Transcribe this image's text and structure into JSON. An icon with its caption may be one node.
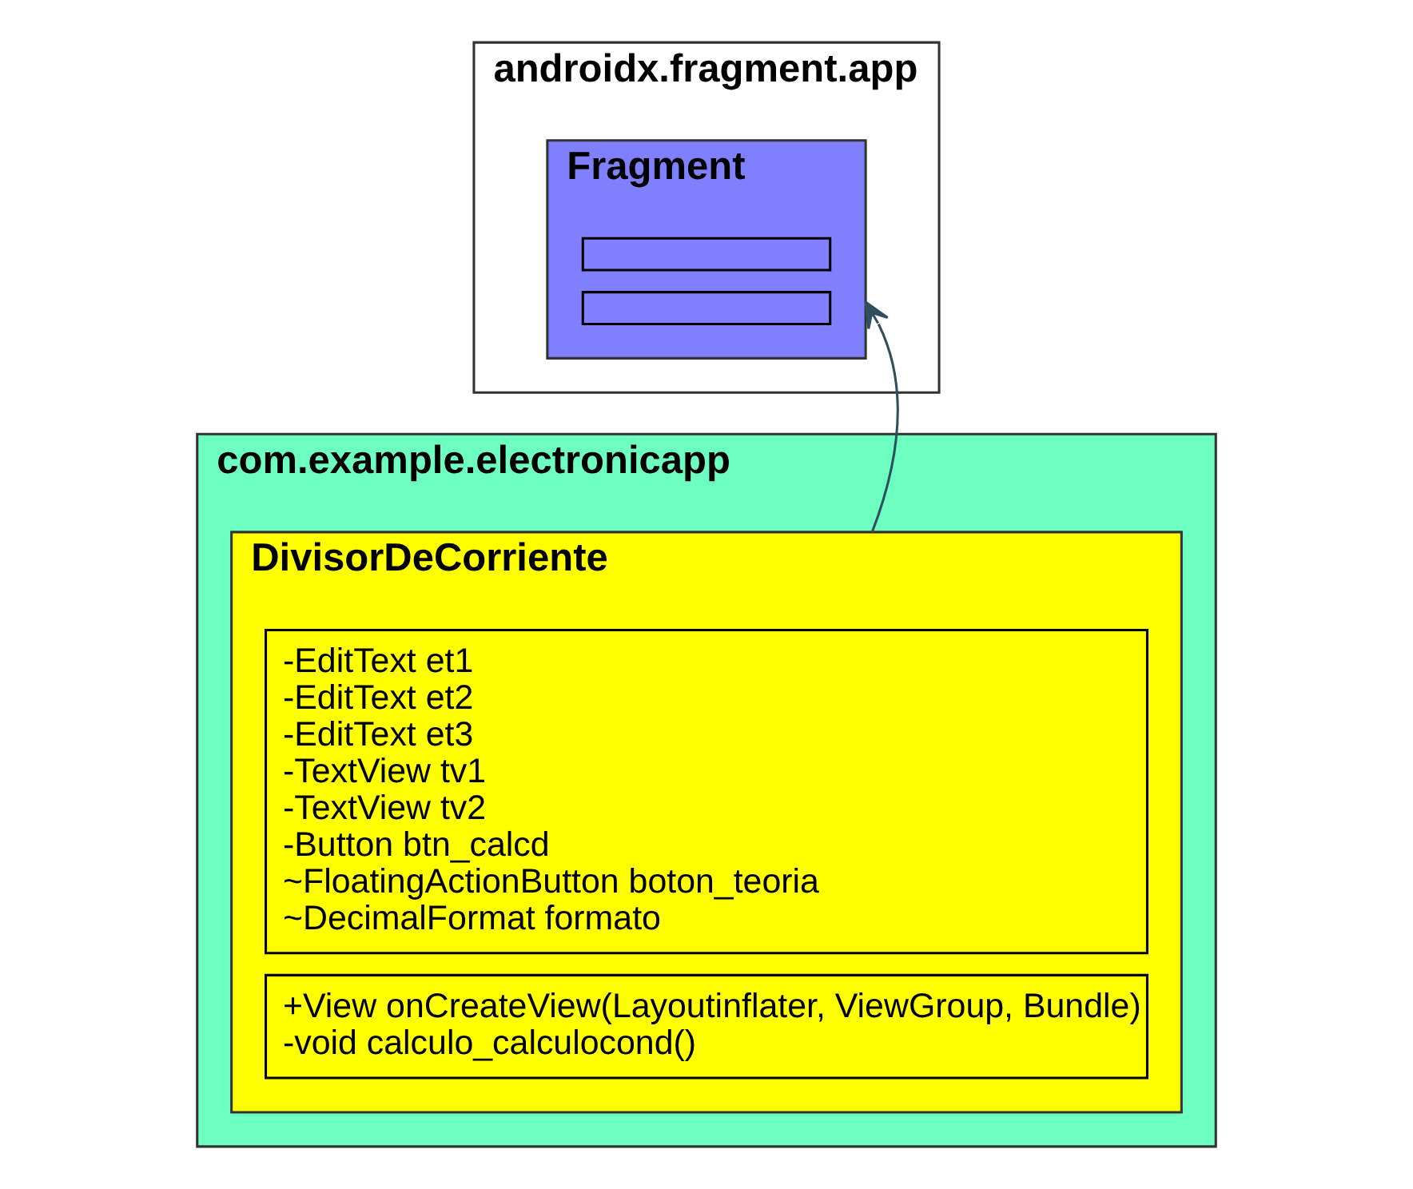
{
  "diagram": {
    "nodes": [
      {
        "text": [
          "androidx.fragment.app"
        ]
      },
      {
        "text": [
          "Fragment"
        ],
        "in": 0
      },
      {
        "text": [],
        "shape": "box",
        "in": 1
      },
      {
        "text": [],
        "shape": "box",
        "in": 1
      },
      {
        "text": [
          "com.example.electronicapp"
        ]
      },
      {
        "text": [
          "DivisorDeCorriente"
        ],
        "in": 4
      },
      {
        "text": [
          "-EditText et1",
          "-EditText et2",
          "-EditText et3",
          "-TextView tv1",
          "-TextView tv2",
          "-Button btn_calcd",
          "~FloatingActionButton boton_teoria",
          "~DecimalFormat formato"
        ],
        "in": 5
      },
      {
        "text": [
          "+View onCreateView(Layoutinflater, ViewGroup, Bundle)",
          "-void calculo_calculocond()"
        ],
        "in": 5
      }
    ],
    "edges": [
      {
        "from": 5,
        "to": 1,
        "arrow": "to"
      }
    ]
  }
}
